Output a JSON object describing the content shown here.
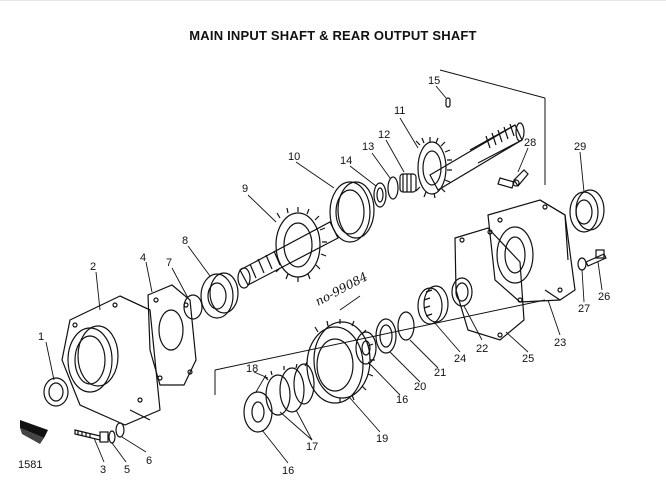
{
  "title": "MAIN INPUT SHAFT & REAR OUTPUT SHAFT",
  "figure_number": "1581",
  "handwritten_note": "no-99084",
  "callouts": [
    "1",
    "2",
    "3",
    "4",
    "5",
    "6",
    "7",
    "8",
    "9",
    "10",
    "11",
    "12",
    "13",
    "14",
    "15",
    "16",
    "16",
    "17",
    "18",
    "19",
    "20",
    "21",
    "22",
    "23",
    "24",
    "25",
    "26",
    "27",
    "28",
    "29"
  ],
  "colors": {
    "ink": "#111111",
    "background": "#ffffff"
  }
}
